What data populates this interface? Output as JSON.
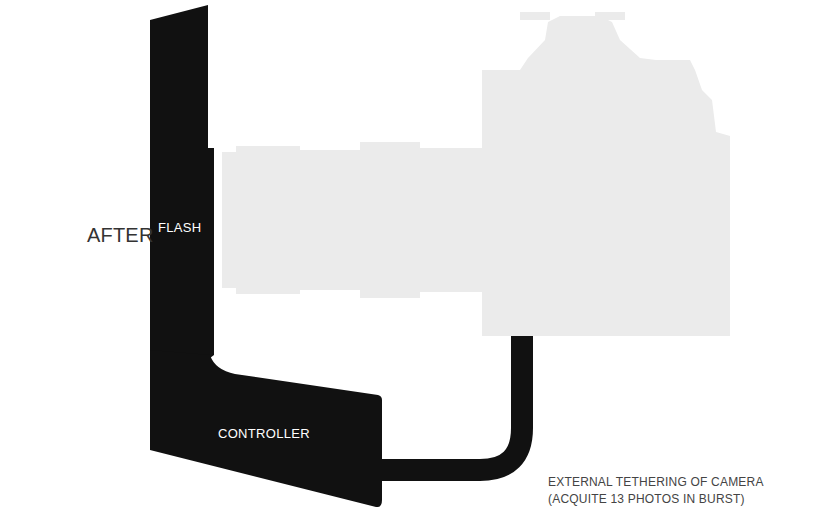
{
  "diagram": {
    "nodes": [
      {
        "text": [
          "FLASH"
        ]
      },
      {
        "text": [
          "CONTROLLER"
        ]
      }
    ],
    "labels": [
      "AFTER",
      "EXTERNAL TETHERING OF CAMERA (ACQUITE 13 PHOTOS IN BURST)"
    ]
  }
}
